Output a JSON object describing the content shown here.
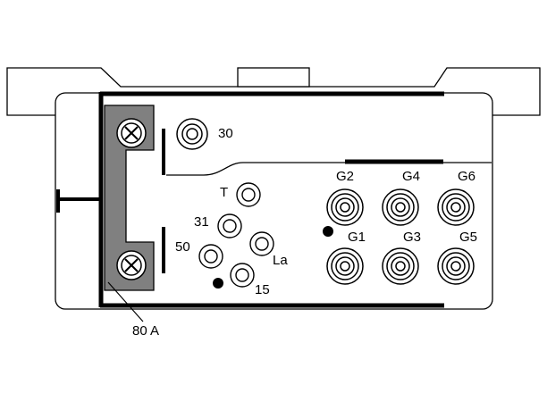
{
  "labels": {
    "t30": "30",
    "tT": "T",
    "t31": "31",
    "t50": "50",
    "tLa": "La",
    "t15": "15",
    "g2": "G2",
    "g4": "G4",
    "g6": "G6",
    "g1": "G1",
    "g3": "G3",
    "g5": "G5",
    "fuse": "80 A"
  },
  "colors": {
    "stroke": "#000000",
    "fuse_strip": "#808080",
    "fill": "#ffffff"
  }
}
